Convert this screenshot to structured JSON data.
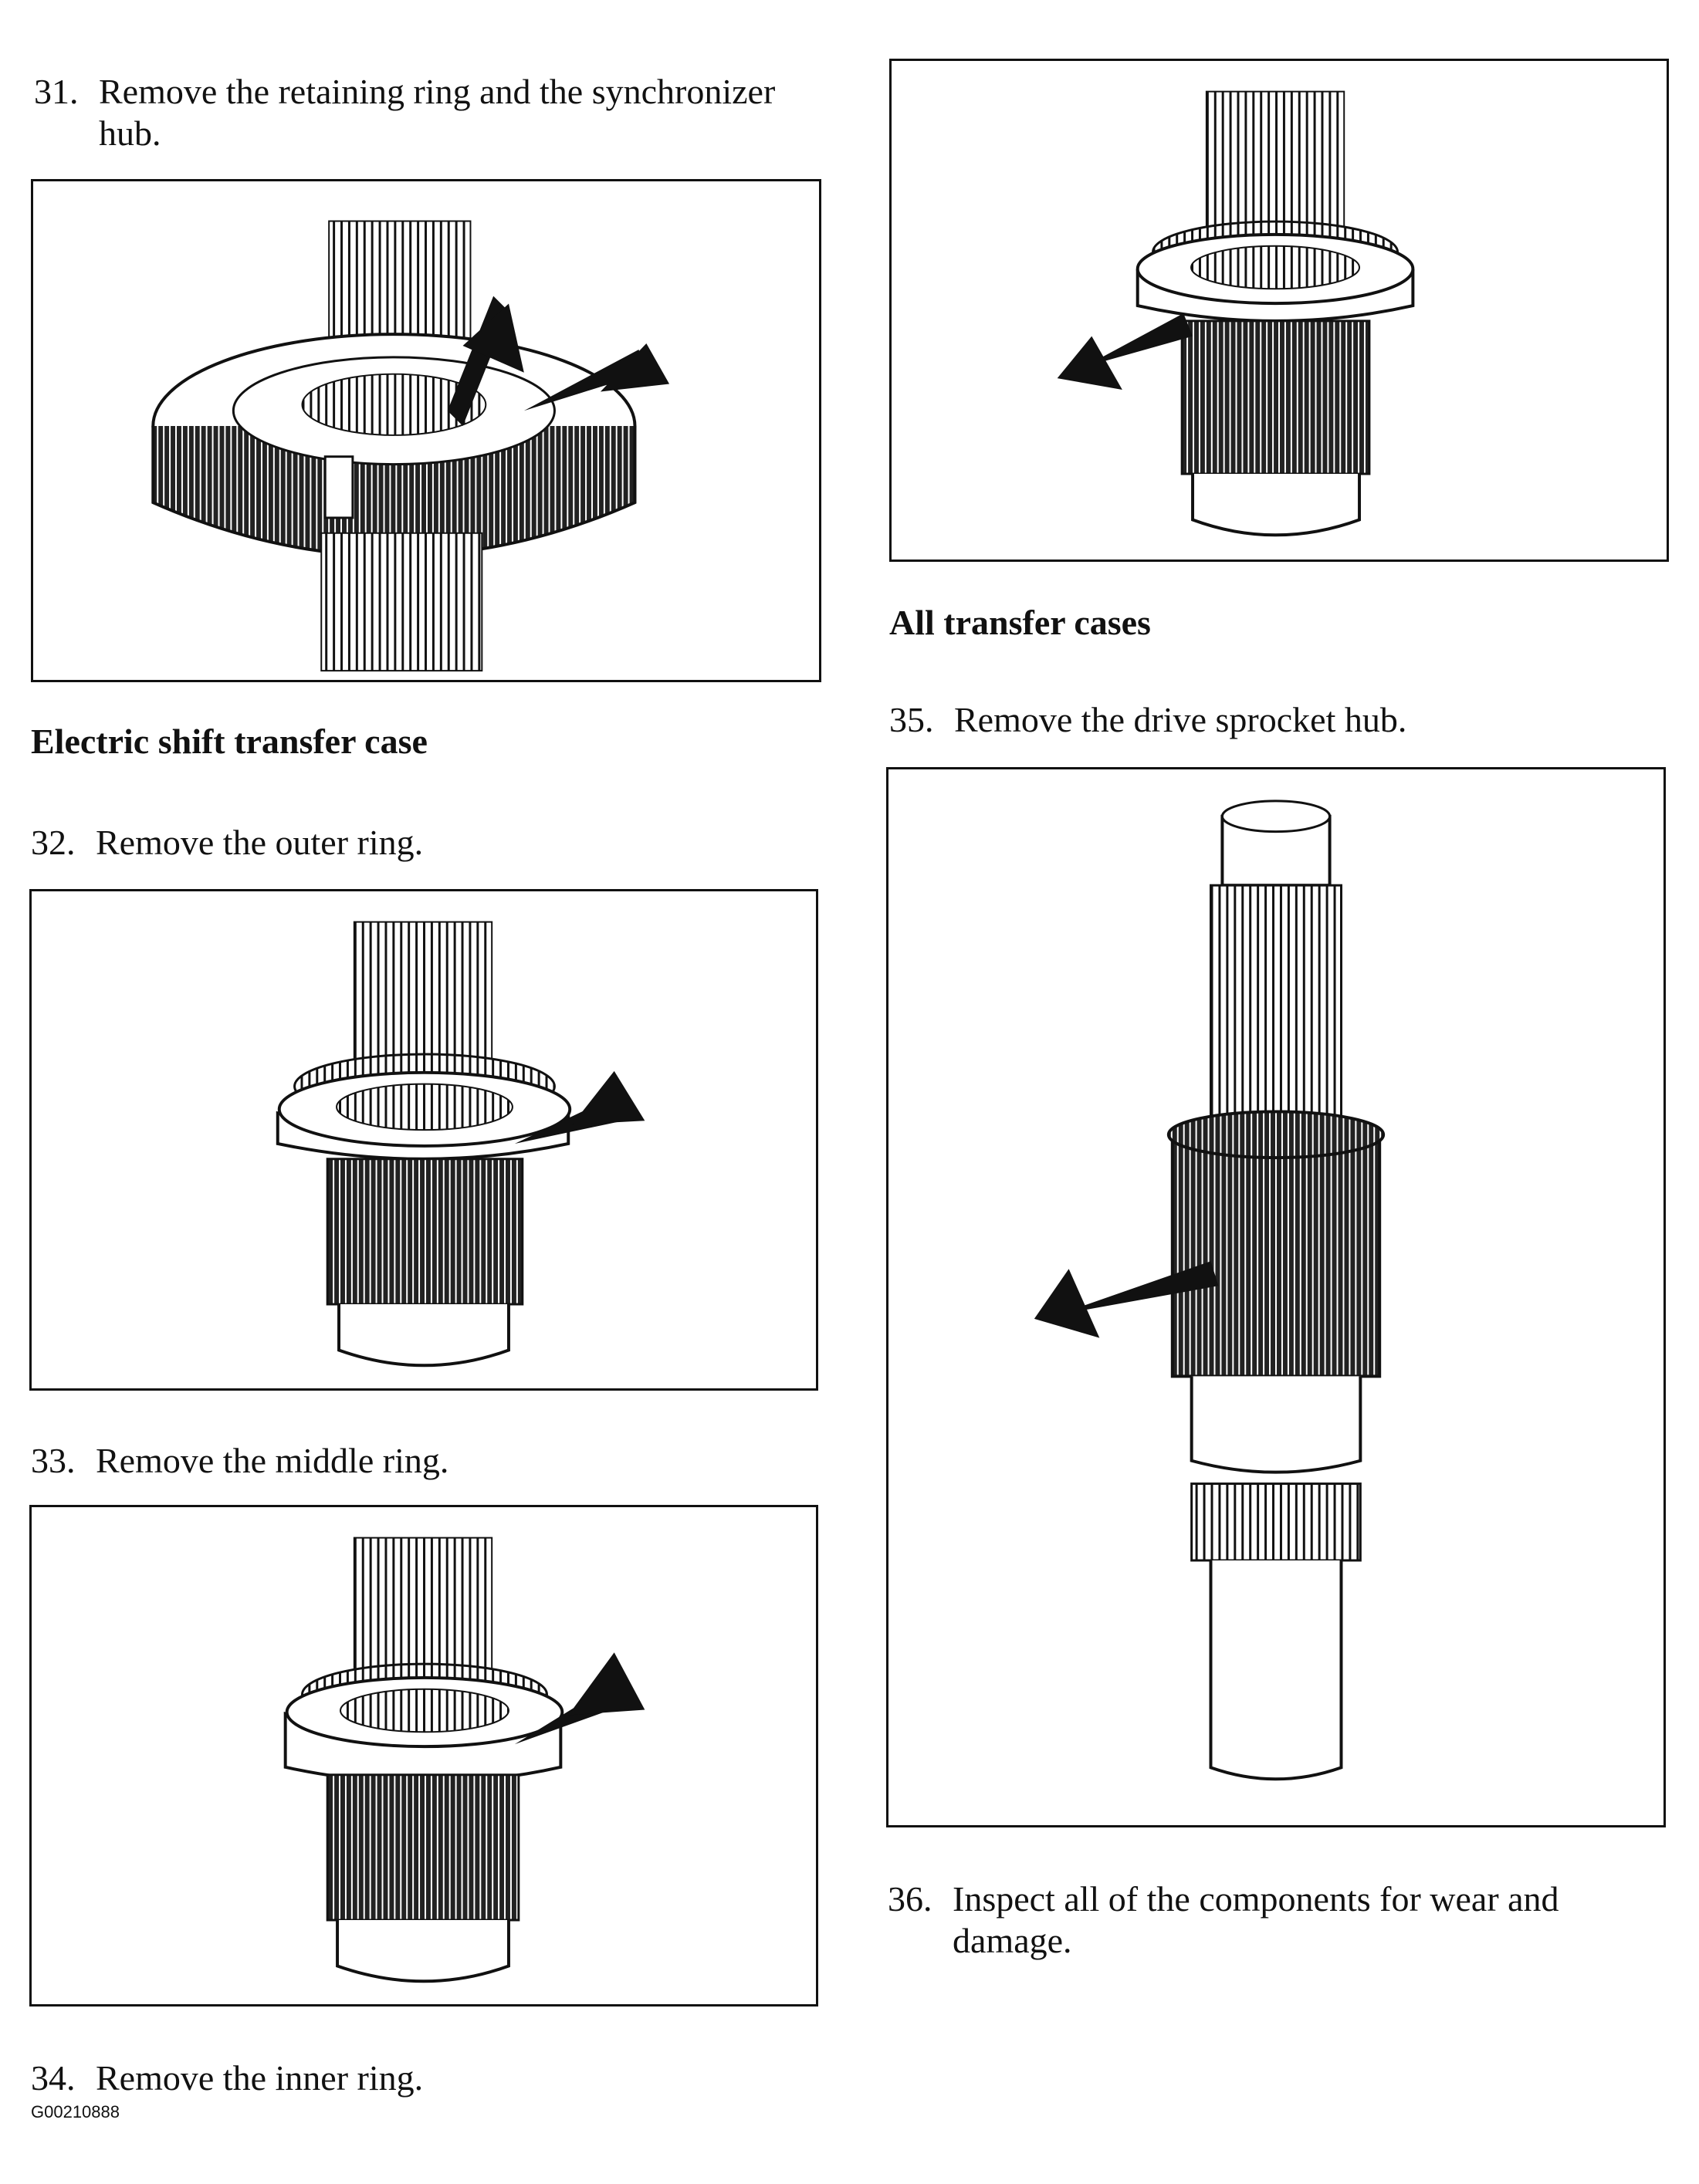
{
  "steps": {
    "s31": {
      "number": "31.",
      "text_line1": "Remove the retaining ring and the synchronizer",
      "text_line2": "hub."
    },
    "s32": {
      "number": "32.",
      "text": "Remove the outer ring."
    },
    "s33": {
      "number": "33.",
      "text": "Remove the middle ring."
    },
    "s34": {
      "number": "34.",
      "text": "Remove the inner ring."
    },
    "s35": {
      "number": "35.",
      "text": "Remove the drive sprocket hub."
    },
    "s36": {
      "number": "36.",
      "text_line1": "Inspect all of the components for wear and",
      "text_line2": "damage."
    }
  },
  "headings": {
    "electric": "Electric shift transfer case",
    "all": "All transfer cases"
  },
  "figure_code": "G00210888"
}
